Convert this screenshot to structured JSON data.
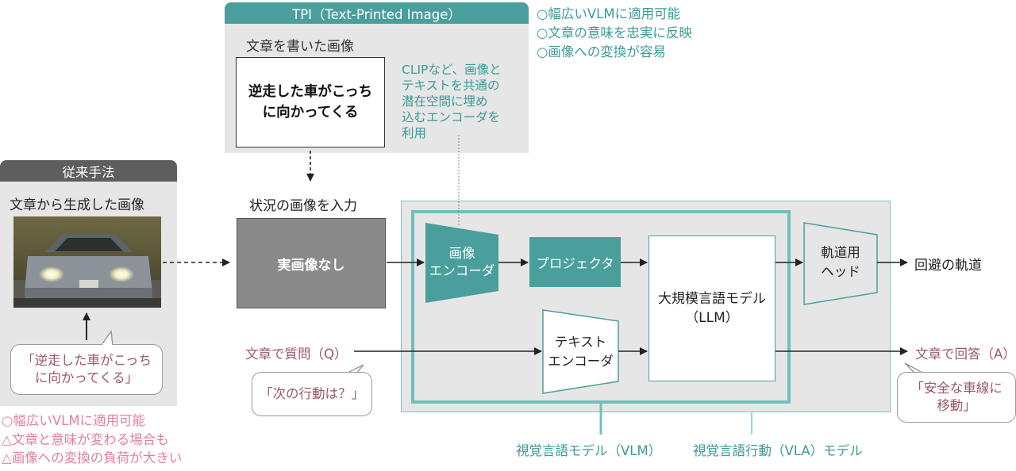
{
  "tpi": {
    "header": "TPI（Text-Printed Image）",
    "subtitle": "文章を書いた画像",
    "box_line1": "逆走した車がこっち",
    "box_line2": "に向かってくる",
    "clip_note": [
      "CLIPなど、画像と",
      "テキストを共通の",
      "潜在空間に埋め",
      "込むエンコーダを",
      "利用"
    ],
    "merits": [
      "○幅広いVLMに適用可能",
      "○文章の意味を忠実に反映",
      "○画像への変換が容易"
    ]
  },
  "conventional": {
    "header": "従来手法",
    "subtitle": "文章から生成した画像",
    "photo_caption": "Generated photo: car with headlights on road",
    "bubble_line1": "「逆走した車がこっち",
    "bubble_line2": "に向かってくる」",
    "notes": [
      "○幅広いVLMに適用可能",
      "△文章と意味が変わる場合も",
      "△画像への変換の負荷が大きい"
    ]
  },
  "input": {
    "label": "状況の画像を入力",
    "box": "実画像なし"
  },
  "question": {
    "label": "文章で質問（Q）",
    "bubble": "「次の行動は？」"
  },
  "model": {
    "image_encoder_line1": "画像",
    "image_encoder_line2": "エンコーダ",
    "projector": "プロジェクタ",
    "text_encoder_line1": "テキスト",
    "text_encoder_line2": "エンコーダ",
    "llm_line1": "大規模言語モデル",
    "llm_line2": "（LLM）",
    "head_line1": "軌道用",
    "head_line2": "ヘッド",
    "vlm_label": "視覚言語モデル（VLM）",
    "vla_label": "視覚言語行動（VLA）モデル"
  },
  "outputs": {
    "trajectory": "回避の軌道",
    "answer": "文章で回答（A）",
    "answer_bubble_line1": "「安全な車線に",
    "answer_bubble_line2": "移動」"
  },
  "colors": {
    "teal": "#3b9a98",
    "teal_fill": "#4a9f9c",
    "gray_bg": "#e6e6e6",
    "dark_pill": "#5e5e5e",
    "pink": "#e3809b",
    "mauve": "#9a5a65"
  }
}
